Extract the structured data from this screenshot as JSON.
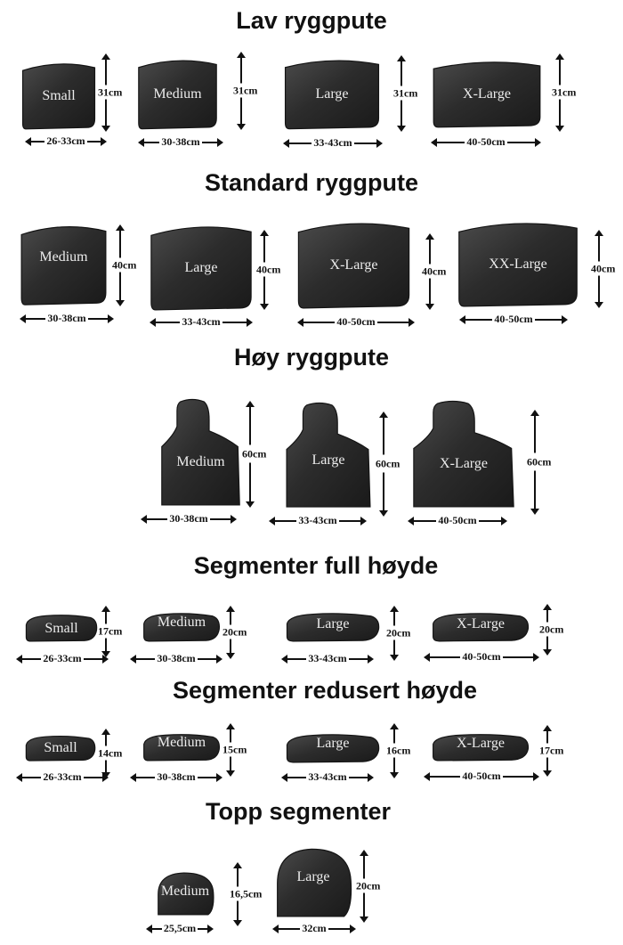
{
  "sections": [
    {
      "title": "Lav ryggpute",
      "items": [
        {
          "label": "Small",
          "height": "31cm",
          "width": "26-33cm"
        },
        {
          "label": "Medium",
          "height": "31cm",
          "width": "30-38cm"
        },
        {
          "label": "Large",
          "height": "31cm",
          "width": "33-43cm"
        },
        {
          "label": "X-Large",
          "height": "31cm",
          "width": "40-50cm"
        }
      ]
    },
    {
      "title": "Standard ryggpute",
      "items": [
        {
          "label": "Medium",
          "height": "40cm",
          "width": "30-38cm"
        },
        {
          "label": "Large",
          "height": "40cm",
          "width": "33-43cm"
        },
        {
          "label": "X-Large",
          "height": "40cm",
          "width": "40-50cm"
        },
        {
          "label": "XX-Large",
          "height": "40cm",
          "width": "40-50cm"
        }
      ]
    },
    {
      "title": "Høy ryggpute",
      "items": [
        {
          "label": "Medium",
          "height": "60cm",
          "width": "30-38cm"
        },
        {
          "label": "Large",
          "height": "60cm",
          "width": "33-43cm"
        },
        {
          "label": "X-Large",
          "height": "60cm",
          "width": "40-50cm"
        }
      ]
    },
    {
      "title": "Segmenter full høyde",
      "items": [
        {
          "label": "Small",
          "height": "17cm",
          "width": "26-33cm"
        },
        {
          "label": "Medium",
          "height": "20cm",
          "width": "30-38cm"
        },
        {
          "label": "Large",
          "height": "20cm",
          "width": "33-43cm"
        },
        {
          "label": "X-Large",
          "height": "20cm",
          "width": "40-50cm"
        }
      ]
    },
    {
      "title": "Segmenter redusert høyde",
      "items": [
        {
          "label": "Small",
          "height": "14cm",
          "width": "26-33cm"
        },
        {
          "label": "Medium",
          "height": "15cm",
          "width": "30-38cm"
        },
        {
          "label": "Large",
          "height": "16cm",
          "width": "33-43cm"
        },
        {
          "label": "X-Large",
          "height": "17cm",
          "width": "40-50cm"
        }
      ]
    },
    {
      "title": "Topp segmenter",
      "items": [
        {
          "label": "Medium",
          "height": "16,5cm",
          "width": "25,5cm"
        },
        {
          "label": "Large",
          "height": "20cm",
          "width": "32cm"
        }
      ]
    }
  ],
  "colors": {
    "cushion": "#2c2c2c",
    "cushion_edge": "#141414",
    "label": "#ececec",
    "text": "#111111"
  }
}
